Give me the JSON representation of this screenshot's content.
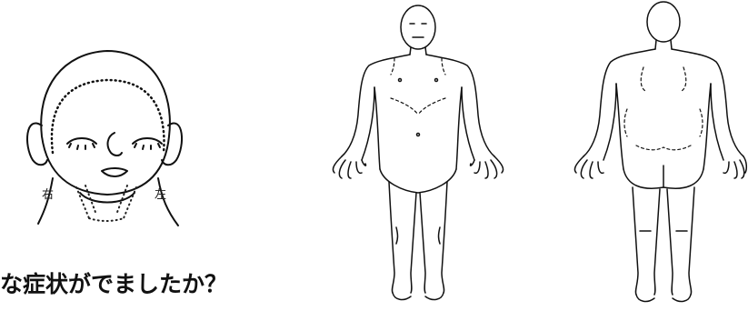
{
  "head_diagram": {
    "right_label": "右",
    "left_label": "左"
  },
  "question": {
    "text": "な症状がでましたか？"
  },
  "figures": [
    "head-front",
    "body-front",
    "body-back"
  ]
}
